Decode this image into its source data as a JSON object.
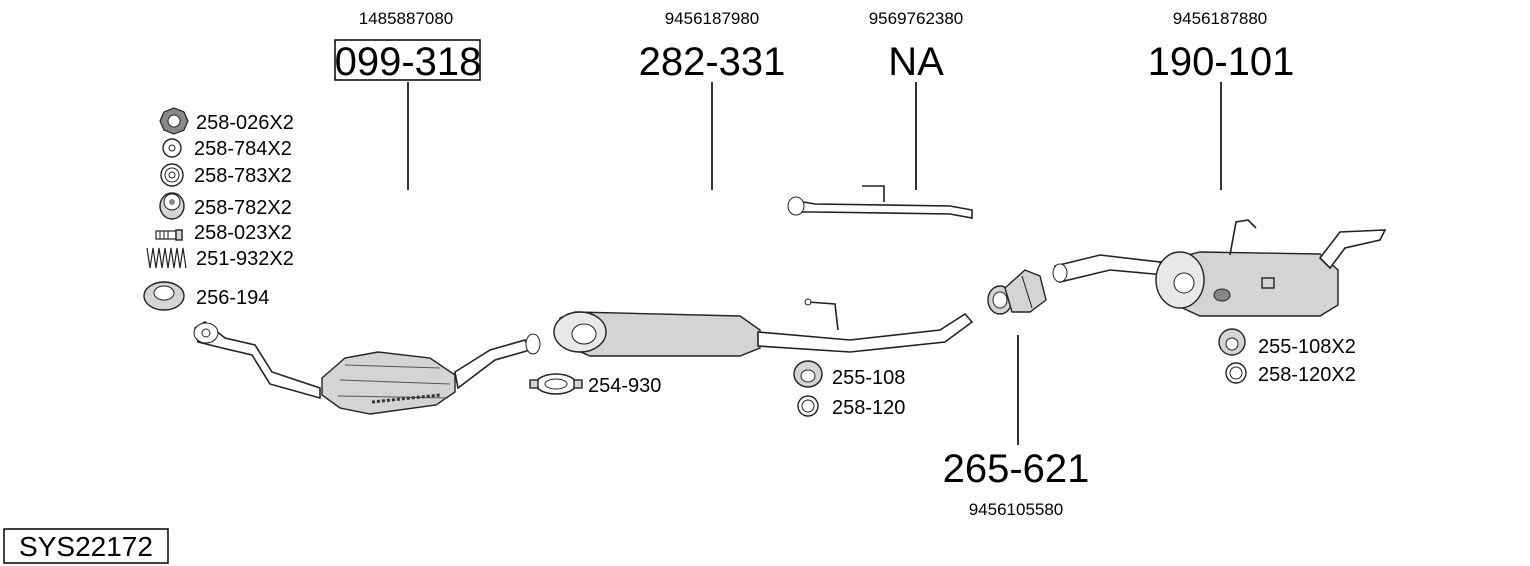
{
  "system_code": "SYS22172",
  "parts": {
    "cat": {
      "oem": "1485887080",
      "code": "099-318"
    },
    "front_pipe": {
      "oem": "9456187980",
      "code": "282-331"
    },
    "mid_pipe": {
      "oem": "9569762380",
      "code": "NA"
    },
    "rear_silencer": {
      "oem": "9456187880",
      "code": "190-101"
    },
    "connector": {
      "oem": "9456105580",
      "code": "265-621"
    }
  },
  "fittings": {
    "f1": "258-026X2",
    "f2": "258-784X2",
    "f3": "258-783X2",
    "f4": "258-782X2",
    "f5": "258-023X2",
    "f6": "251-932X2",
    "f7": "256-194",
    "clamp": "254-930",
    "hanger_mid": "255-108",
    "ring_mid": "258-120",
    "hanger_rear": "255-108X2",
    "ring_rear": "258-120X2"
  }
}
